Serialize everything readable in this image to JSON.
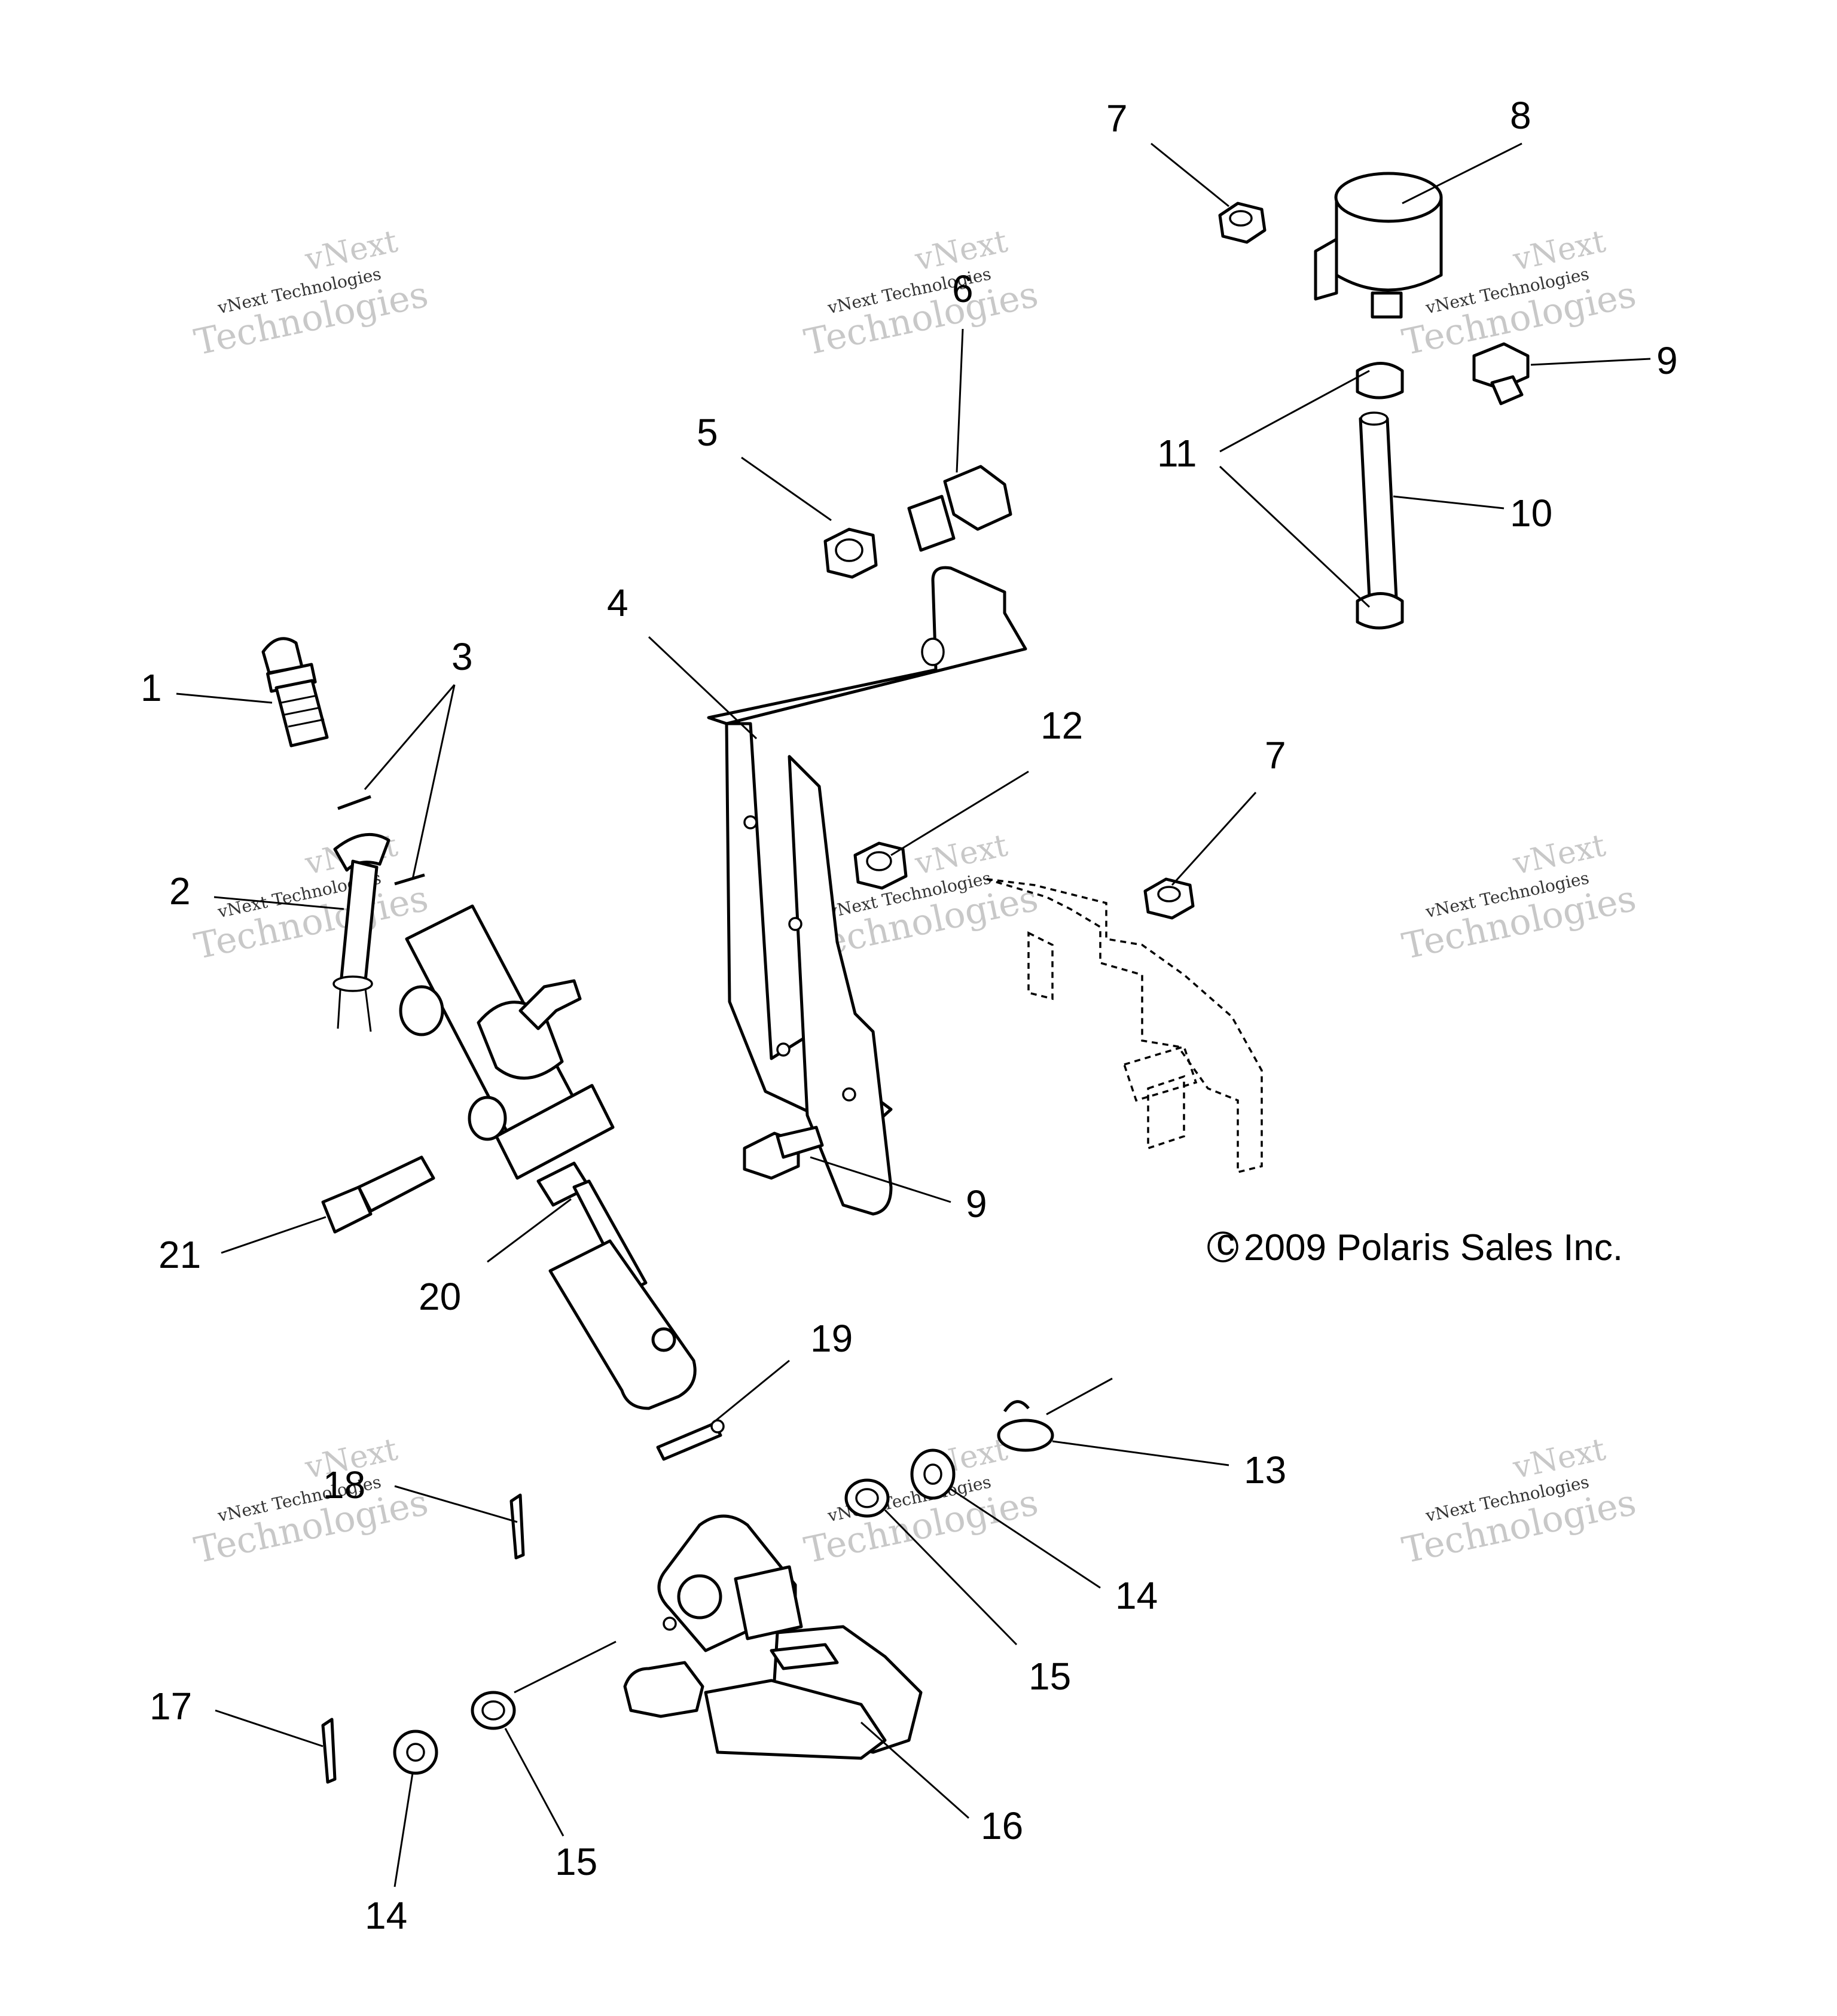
{
  "callouts": [
    "1",
    "2",
    "3",
    "4",
    "5",
    "6",
    "7",
    "8",
    "9",
    "10",
    "11",
    "12",
    "7",
    "9",
    "13",
    "14",
    "15",
    "16",
    "14",
    "15",
    "17",
    "18",
    "19",
    "20",
    "21"
  ],
  "copyright": "2009 Polaris Sales Inc.",
  "copyright_symbol": "c",
  "watermark": {
    "line1": "vNext",
    "line2": "vNext Technologies",
    "line3": "Technologies"
  }
}
